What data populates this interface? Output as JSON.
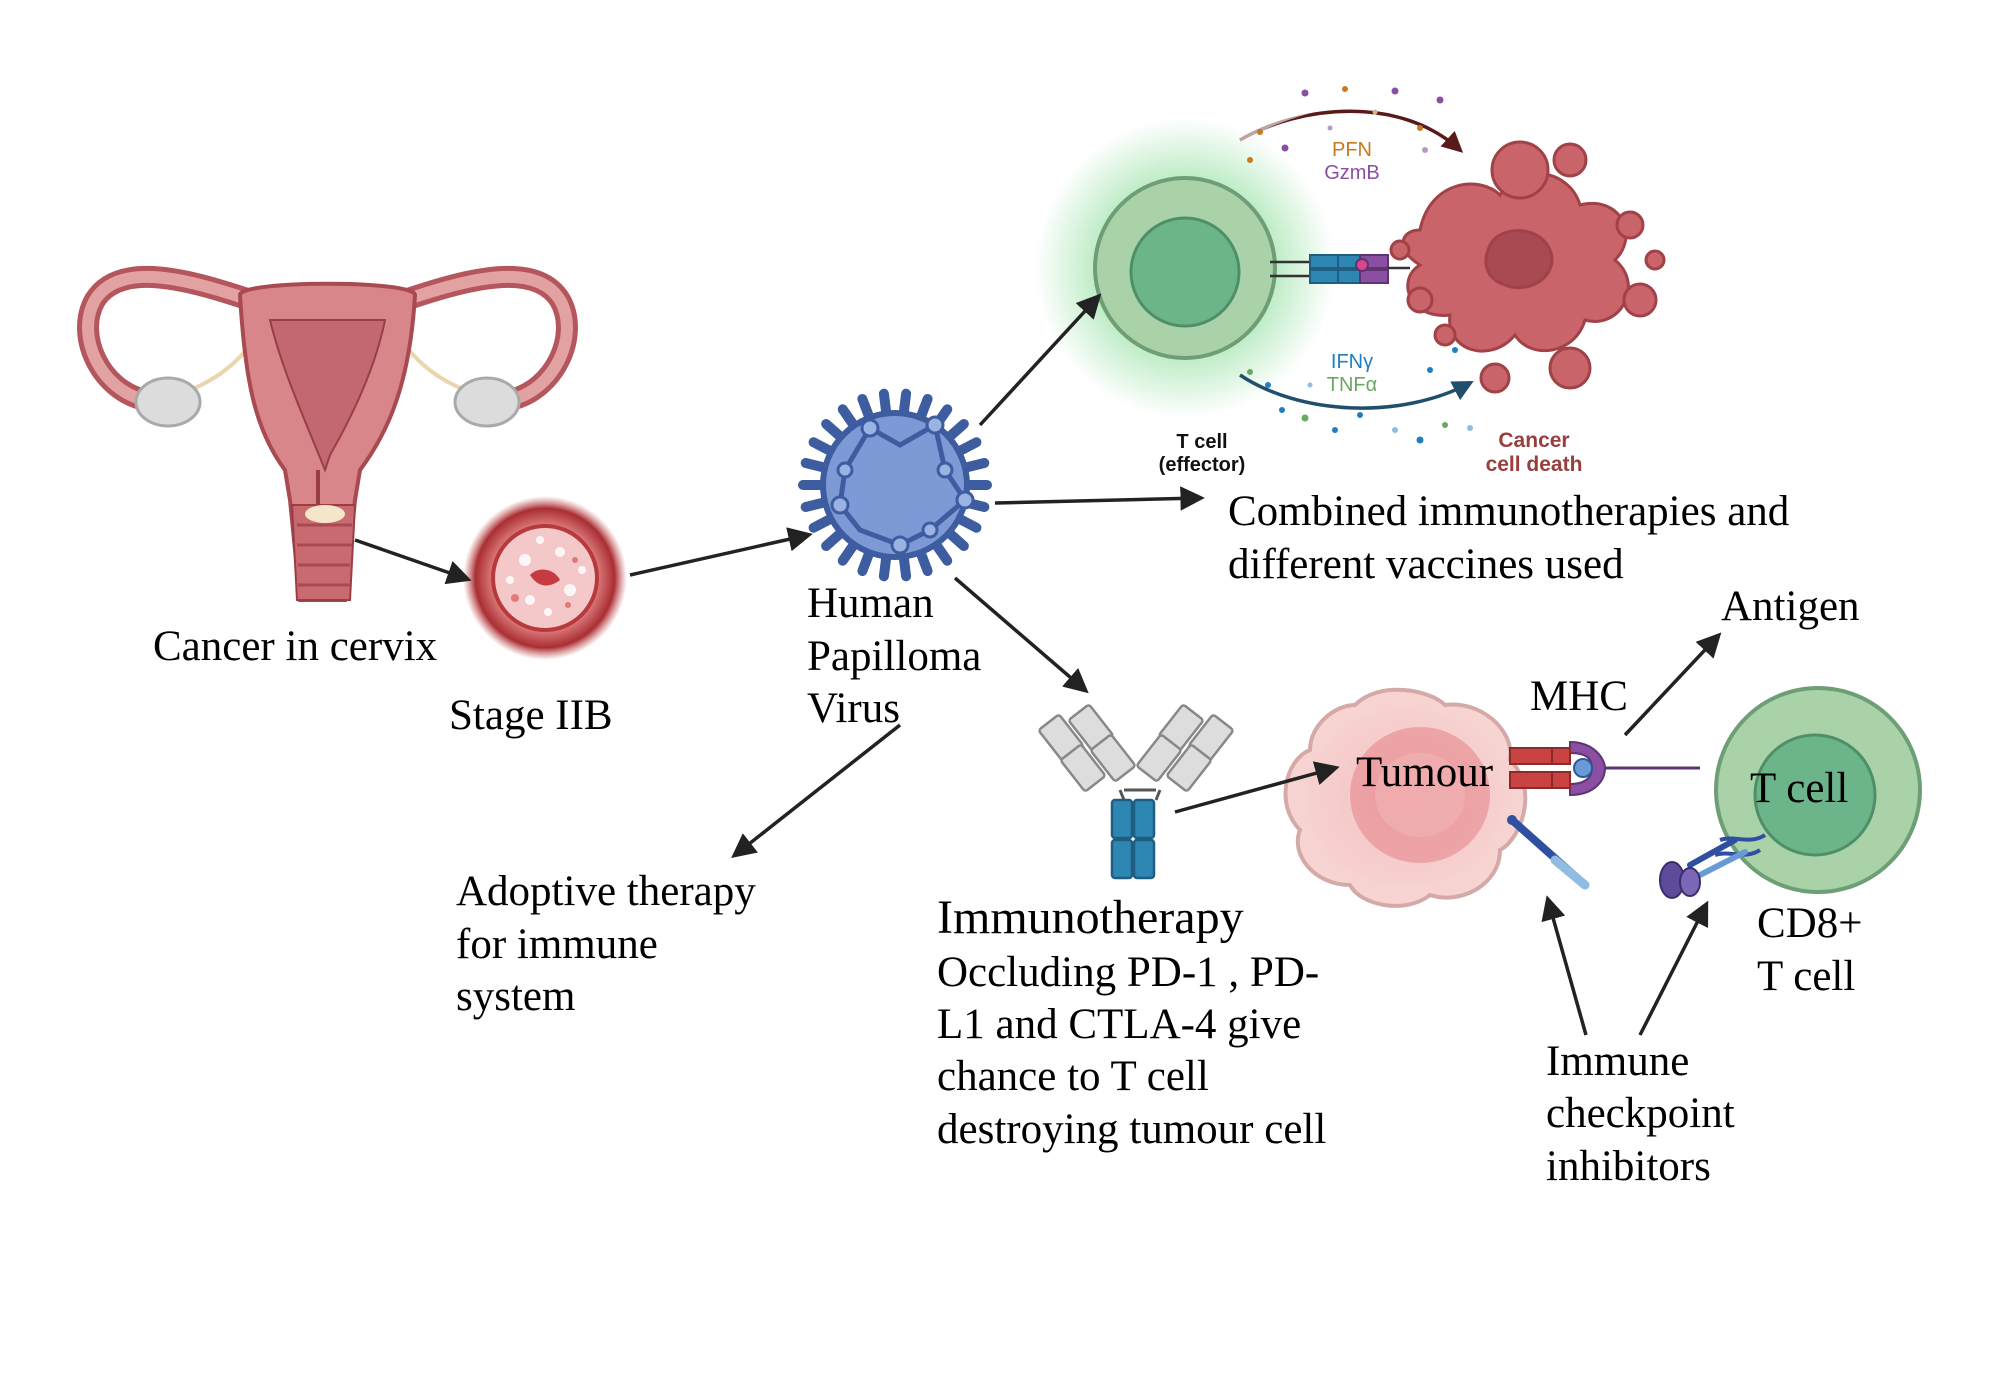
{
  "labels": {
    "cancer_in_cervix": "Cancer in cervix",
    "stage": "Stage IIB",
    "virus": [
      "Human",
      "Papilloma",
      "Virus"
    ],
    "adoptive": [
      "Adoptive therapy",
      "for immune",
      "system"
    ],
    "immunotherapy_title": "Immunotherapy",
    "immunotherapy_desc": [
      "Occluding PD-1 , PD-",
      "L1 and CTLA-4 give",
      "chance to T cell",
      "destroying tumour cell"
    ],
    "combined": [
      "Combined immunotherapies and",
      "different vaccines used"
    ],
    "t_cell_effector": [
      "T cell",
      "(effector)"
    ],
    "cancer_cell_death": [
      "Cancer",
      "cell death"
    ],
    "pfn": "PFN",
    "gzmb": "GzmB",
    "ifng": "IFNγ",
    "tnfa": "TNFα",
    "antigen": "Antigen",
    "mhc": "MHC",
    "tumour": "Tumour",
    "t_cell": "T cell",
    "cd8": [
      "CD8+",
      "T cell"
    ],
    "checkpoint": [
      "Immune",
      "checkpoint",
      "inhibitors"
    ]
  },
  "colors": {
    "uterus": "#d9868a",
    "tcell_outer": "#a9d2a9",
    "tcell_inner": "#6cb58a",
    "cancer": "#c9646a",
    "virus": "#4a6fb5",
    "antibody": "#2e86b3",
    "pfn": "#c77a1e",
    "gzmb": "#8a4fa3",
    "ifng": "#1f7fc1",
    "tnfa": "#6aa863",
    "death_label": "#9a3d3d"
  }
}
